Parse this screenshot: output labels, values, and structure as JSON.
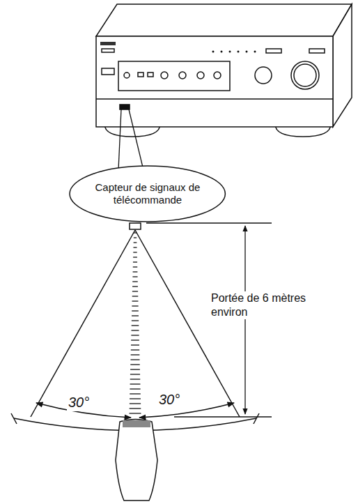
{
  "diagram": {
    "nodes": [
      {
        "text": [
          "Capteur de signaux de télécommande"
        ]
      }
    ],
    "labels": [
      "Portée de 6 mètres environ",
      "30°",
      "30°"
    ]
  }
}
